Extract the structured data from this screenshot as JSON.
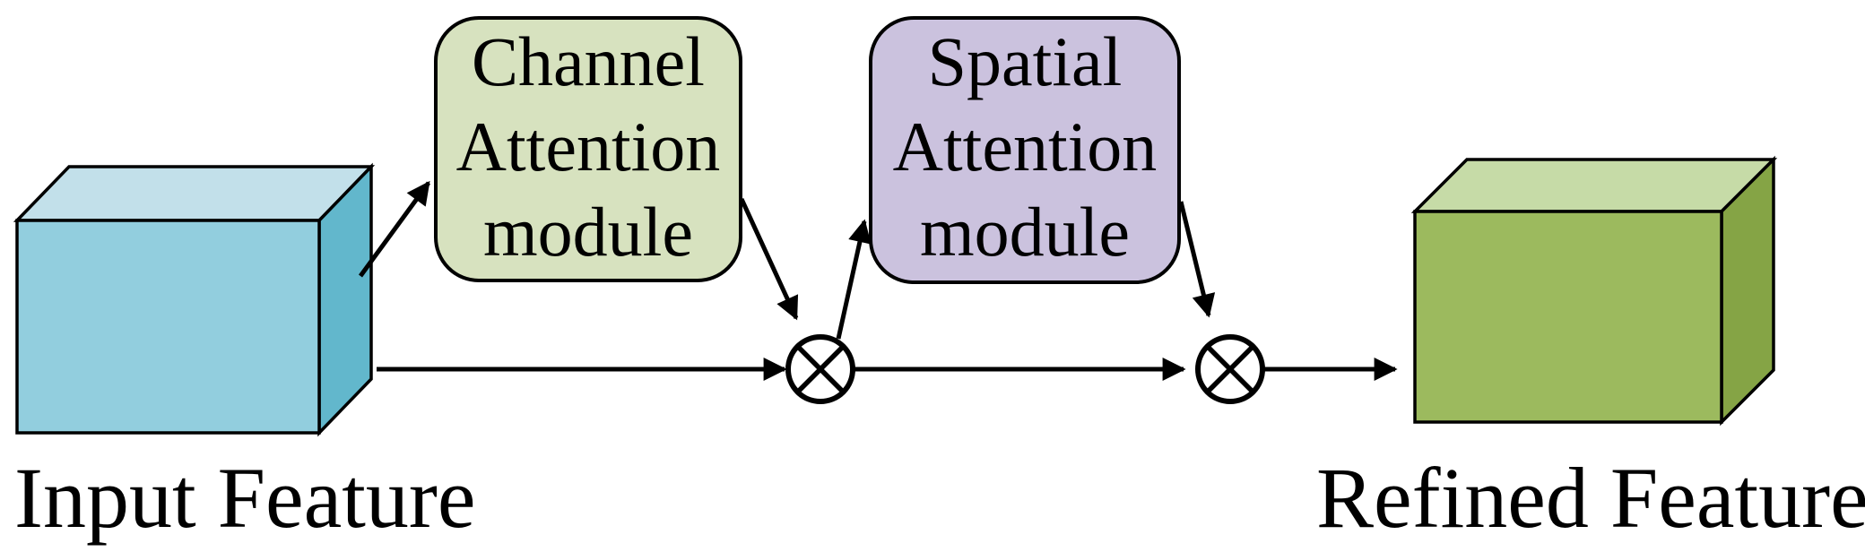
{
  "figure": {
    "nodes": {
      "input_feature": {
        "label": "Input Feature"
      },
      "channel_attention": {
        "label": "Channel Attention module",
        "lines": [
          "Channel",
          "Attention",
          "module"
        ]
      },
      "spatial_attention": {
        "label": "Spatial Attention module",
        "lines": [
          "Spatial",
          "Attention",
          "module"
        ]
      },
      "refined_feature": {
        "label": "Refined Feature"
      },
      "multiply_1": {
        "symbol": "⊗"
      },
      "multiply_2": {
        "symbol": "⊗"
      }
    },
    "edges": [
      {
        "from": "input_feature",
        "to": "channel_attention"
      },
      {
        "from": "input_feature",
        "to": "multiply_1"
      },
      {
        "from": "channel_attention",
        "to": "multiply_1"
      },
      {
        "from": "multiply_1",
        "to": "spatial_attention"
      },
      {
        "from": "spatial_attention",
        "to": "multiply_2"
      },
      {
        "from": "multiply_1",
        "to": "multiply_2"
      },
      {
        "from": "multiply_2",
        "to": "refined_feature"
      }
    ],
    "colors": {
      "input_cube_front": "#92cede",
      "input_cube_top": "#c2e0ea",
      "input_cube_side": "#62b7cc",
      "refined_cube_front": "#9cba5e",
      "refined_cube_top": "#c6dba7",
      "refined_cube_side": "#85a445",
      "channel_box_fill": "#d7e2bf",
      "spatial_box_fill": "#cbc2de",
      "ink": "#000000",
      "background": "#ffffff"
    }
  }
}
